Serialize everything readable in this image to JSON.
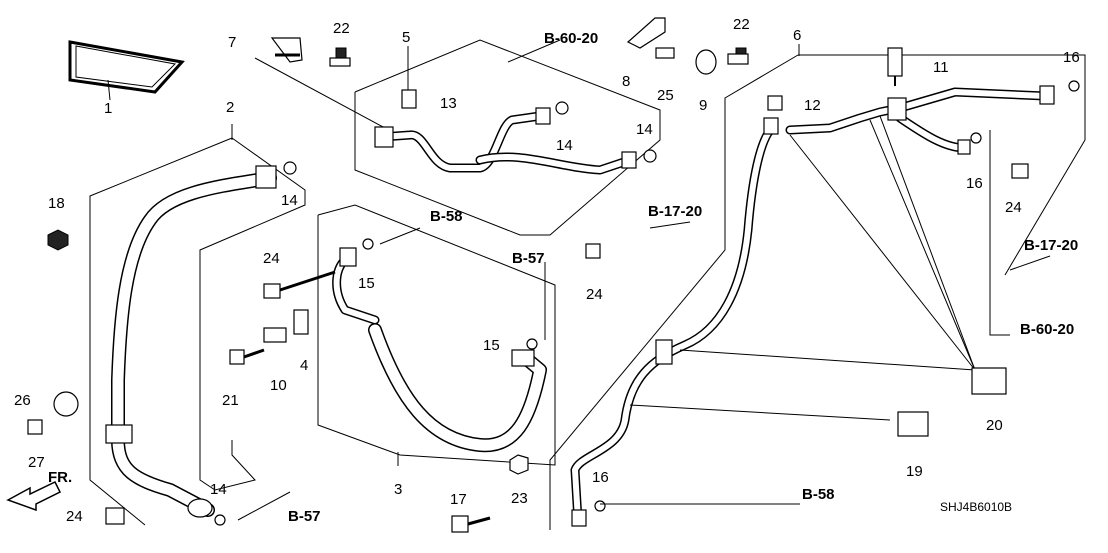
{
  "diagram": {
    "code": "SHJ4B6010B",
    "front_label": "FR.",
    "part_numbers": [
      "1",
      "2",
      "3",
      "4",
      "5",
      "6",
      "7",
      "8",
      "9",
      "10",
      "11",
      "12",
      "13",
      "14",
      "15",
      "16",
      "17",
      "18",
      "19",
      "20",
      "21",
      "22",
      "23",
      "24",
      "25",
      "26",
      "27"
    ],
    "labels": {
      "p1": "1",
      "p2": "2",
      "p3": "3",
      "p4": "4",
      "p5": "5",
      "p6": "6",
      "p7": "7",
      "p8": "8",
      "p9": "9",
      "p10": "10",
      "p11": "11",
      "p12": "12",
      "p13": "13",
      "p14a": "14",
      "p14b": "14",
      "p14c": "14",
      "p14d": "14",
      "p15a": "15",
      "p15b": "15",
      "p16a": "16",
      "p16b": "16",
      "p16c": "16",
      "p17": "17",
      "p18": "18",
      "p19": "19",
      "p20": "20",
      "p21": "21",
      "p22a": "22",
      "p22b": "22",
      "p23": "23",
      "p24a": "24",
      "p24b": "24",
      "p24c": "24",
      "p24d": "24",
      "p25": "25",
      "p26": "26",
      "p27": "27"
    },
    "refs": {
      "b6020a": "B-60-20",
      "b6020b": "B-60-20",
      "b1720a": "B-17-20",
      "b1720b": "B-17-20",
      "b58a": "B-58",
      "b58b": "B-58",
      "b57a": "B-57",
      "b57b": "B-57"
    }
  }
}
